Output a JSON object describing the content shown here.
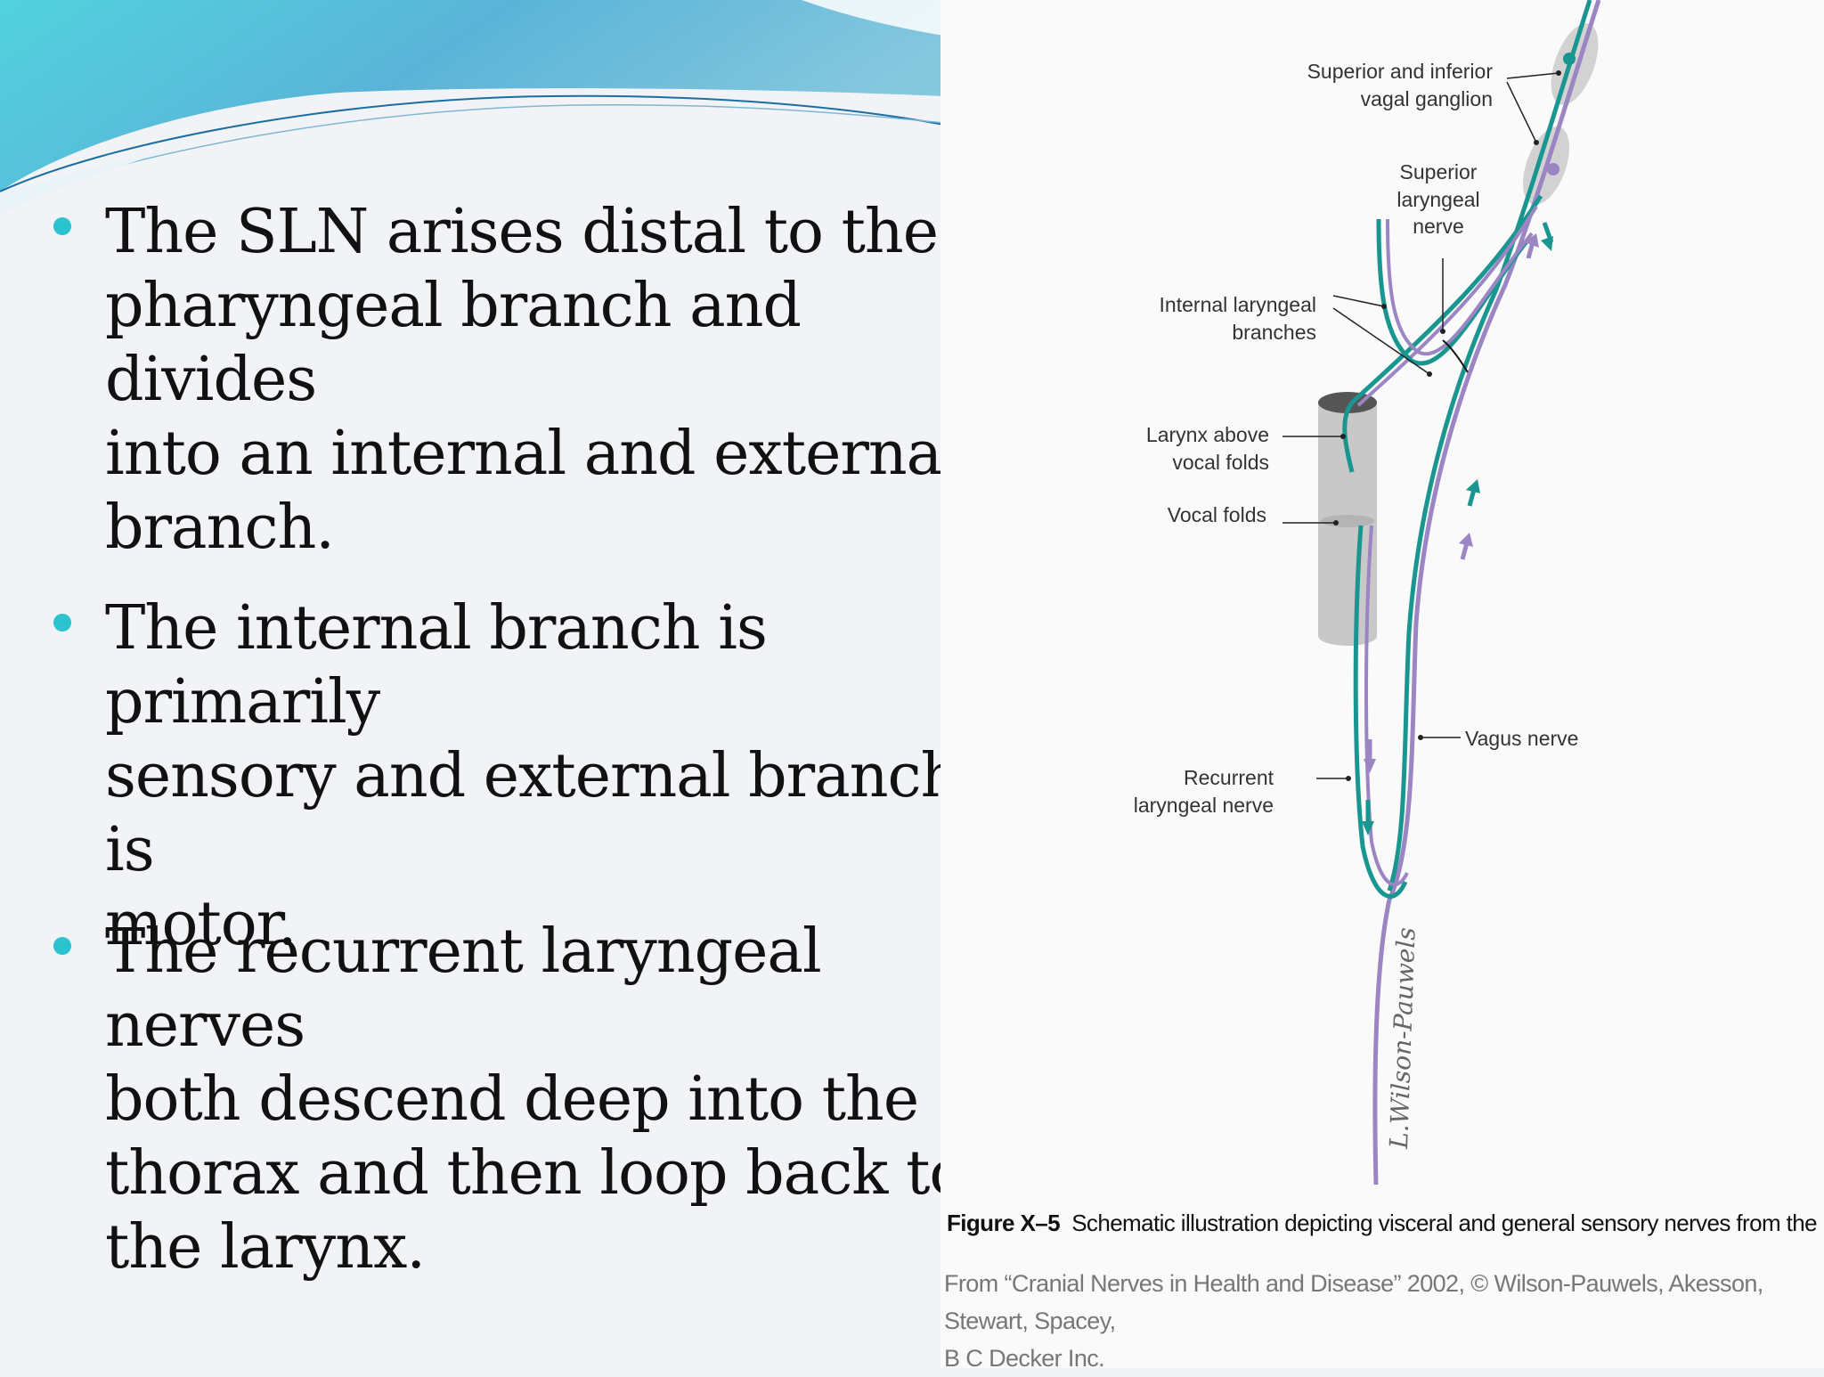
{
  "bullets": [
    {
      "text": "The SLN arises distal to the\npharyngeal branch and divides\ninto an internal and external\nbranch."
    },
    {
      "text": "The internal branch is primarily\nsensory and external branch is\nmotor."
    },
    {
      "text": "The recurrent laryngeal nerves\nboth descend deep into the\nthorax and then loop back to\nthe larynx."
    }
  ],
  "figure": {
    "labels": {
      "ganglion_1": "Superior and inferior",
      "ganglion_2": "vagal ganglion",
      "sln_1": "Superior",
      "sln_2": "laryngeal",
      "sln_3": "nerve",
      "internal_1": "Internal laryngeal",
      "internal_2": "branches",
      "larynx_1": "Larynx above",
      "larynx_2": "vocal folds",
      "vocal_folds": "Vocal folds",
      "vagus": "Vagus nerve",
      "recurrent_1": "Recurrent",
      "recurrent_2": "laryngeal nerve"
    },
    "signature": "L.Wilson-Pauwels",
    "caption_label": "Figure X–5",
    "caption_text": "Schematic illustration depicting visceral and general sensory nerves from the larynx.",
    "credit_1": "From “Cranial Nerves in Health and Disease” 2002, © Wilson-Pauwels, Akesson, Stewart, Spacey,",
    "credit_2": "B C Decker Inc.",
    "colors": {
      "visceral": "#1a9691",
      "general": "#9b85c2",
      "larynx": "#c8c8c8",
      "accent": "#2bc3cf"
    }
  }
}
